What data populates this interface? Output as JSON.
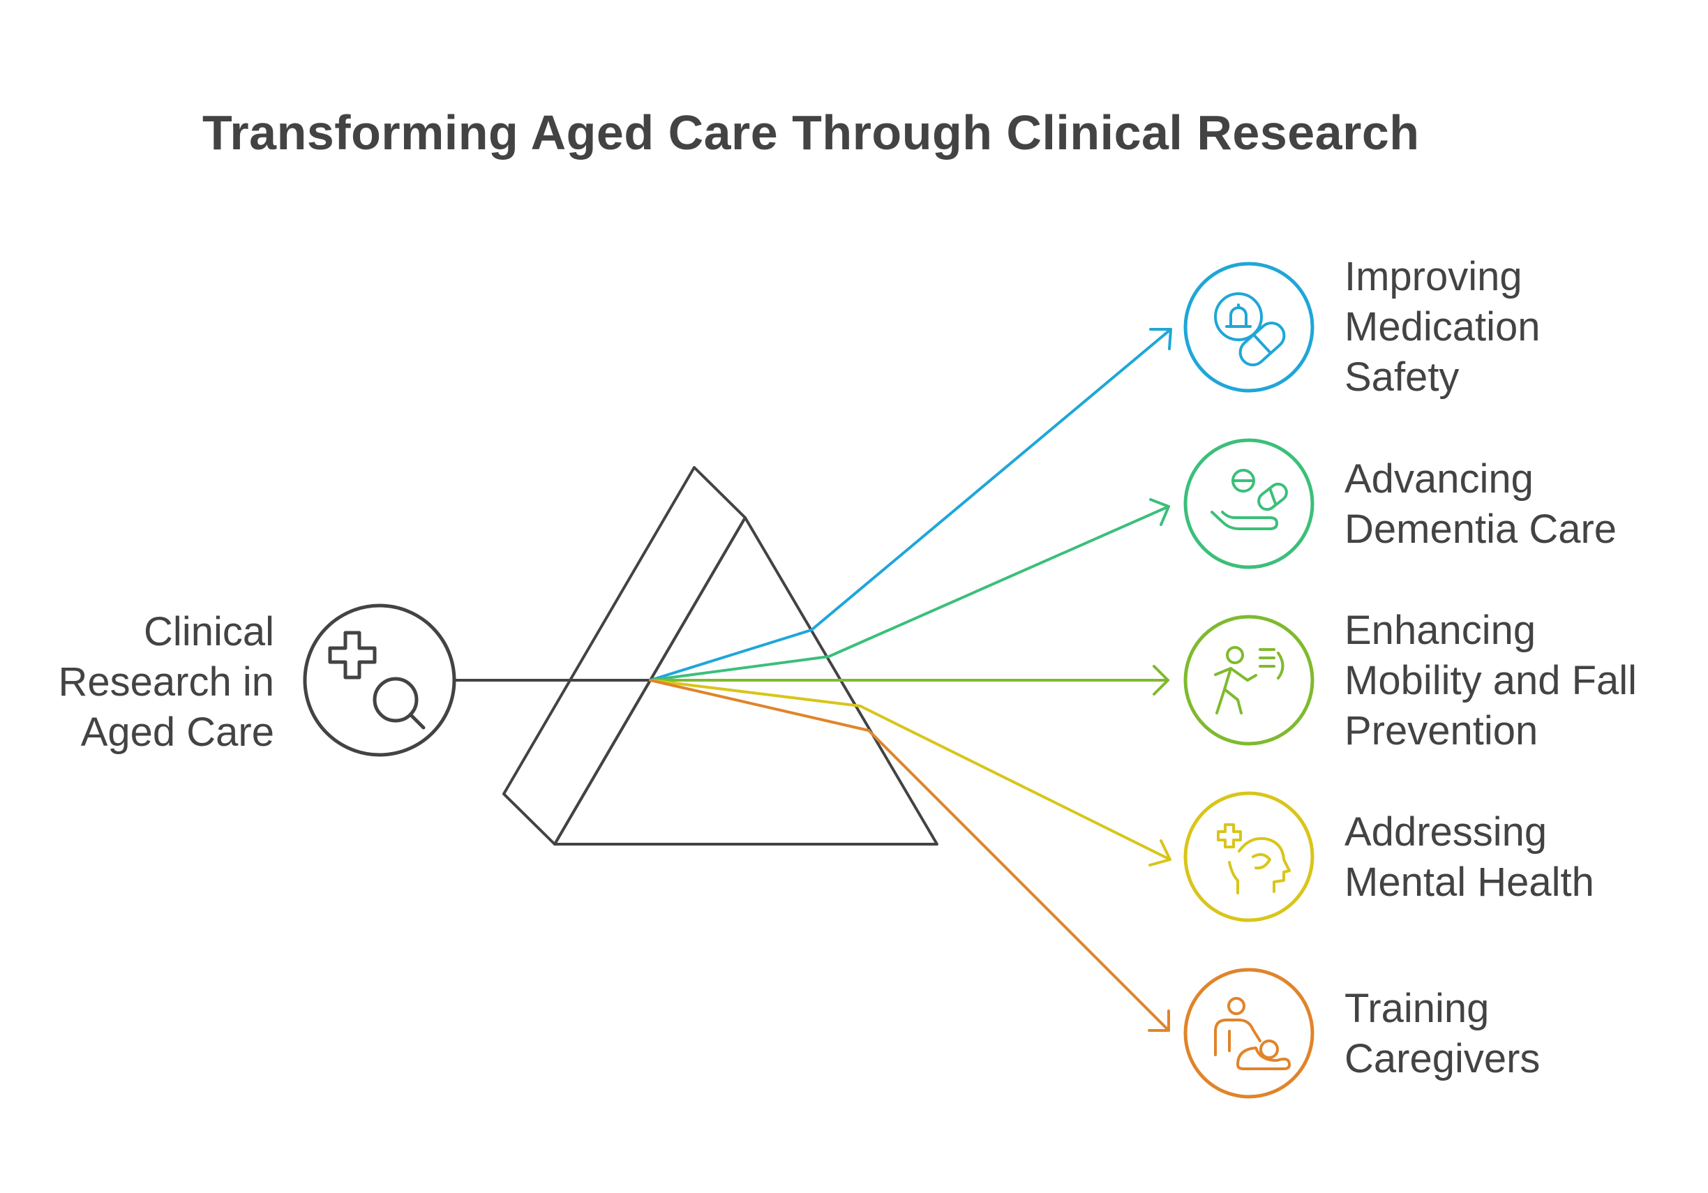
{
  "title": "Transforming Aged Care Through Clinical Research",
  "source": {
    "lines": [
      "Clinical",
      "Research in",
      "Aged Care"
    ],
    "icon": "medical-cross-magnifier-icon",
    "color": "#434343"
  },
  "outputs": [
    {
      "lines": [
        "Improving",
        "Medication",
        "Safety"
      ],
      "icon": "bell-pill-icon",
      "color": "#1FA6D8"
    },
    {
      "lines": [
        "Advancing",
        "Dementia Care"
      ],
      "icon": "hand-pills-icon",
      "color": "#3BBF7A"
    },
    {
      "lines": [
        "Enhancing",
        "Mobility and Fall",
        "Prevention"
      ],
      "icon": "walking-person-icon",
      "color": "#7FBA2E"
    },
    {
      "lines": [
        "Addressing",
        "Mental Health"
      ],
      "icon": "head-medical-cross-icon",
      "color": "#D9C51A"
    },
    {
      "lines": [
        "Training",
        "Caregivers"
      ],
      "icon": "caregiver-patient-icon",
      "color": "#E0842A"
    }
  ]
}
